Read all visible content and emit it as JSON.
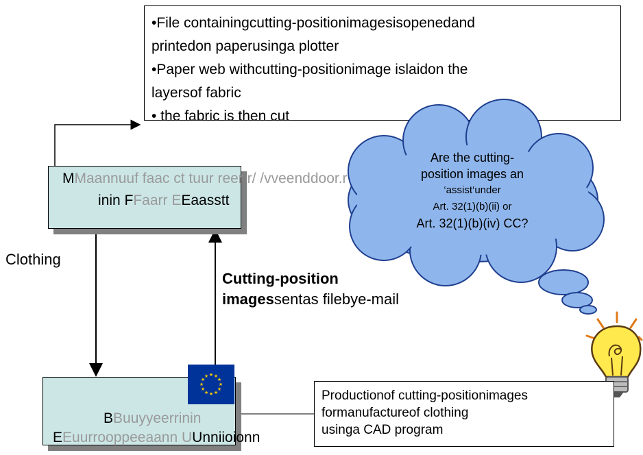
{
  "top_box": {
    "lines": [
      "•File containingcutting-positionimagesisopenedand",
      "printedon paperusinga plotter",
      "•Paper web withcutting-positionimage islaidon the",
      "layersof fabric",
      "• the fabric is then cut"
    ]
  },
  "manufacturer": {
    "line1_a": "M",
    "line1_b": "Maannuuf faac ct tuur reer r/ /vveenddoor.r",
    "line2_a": "inin F",
    "line2_b": "Faarr E",
    "line2_c": "Eaasstt"
  },
  "buyer": {
    "line1_a": "B",
    "line1_b": "Buuyyeerrinin",
    "line2_a": "E",
    "line2_b": "Euurrooppeeaann U",
    "line2_c": "Unniioionn"
  },
  "labels": {
    "clothing": "Clothing",
    "cutting_bold_1": "Cutting-position",
    "cutting_bold_2": "images",
    "cutting_rest": "sentas filebye-mail"
  },
  "cloud": {
    "lines": [
      "Are the cutting-",
      "position images an",
      "‘assist‘under",
      "Art. 32(1)(b)(ii) or",
      "Art. 32(1)(b)(iv) CC?"
    ]
  },
  "production_box": {
    "lines": [
      "Productionof cutting-positionimages",
      "formanufactureof clothing",
      "usinga CAD program"
    ]
  },
  "colors": {
    "actor_fill": "#cce6e6",
    "cloud_fill": "#8fb6ec",
    "flag_blue": "#003399",
    "flag_star": "#ffcc00",
    "bulb_yellow": "#ffe94d"
  },
  "icons": [
    "eu-flag-icon",
    "light-bulb-icon",
    "thought-cloud-icon"
  ]
}
